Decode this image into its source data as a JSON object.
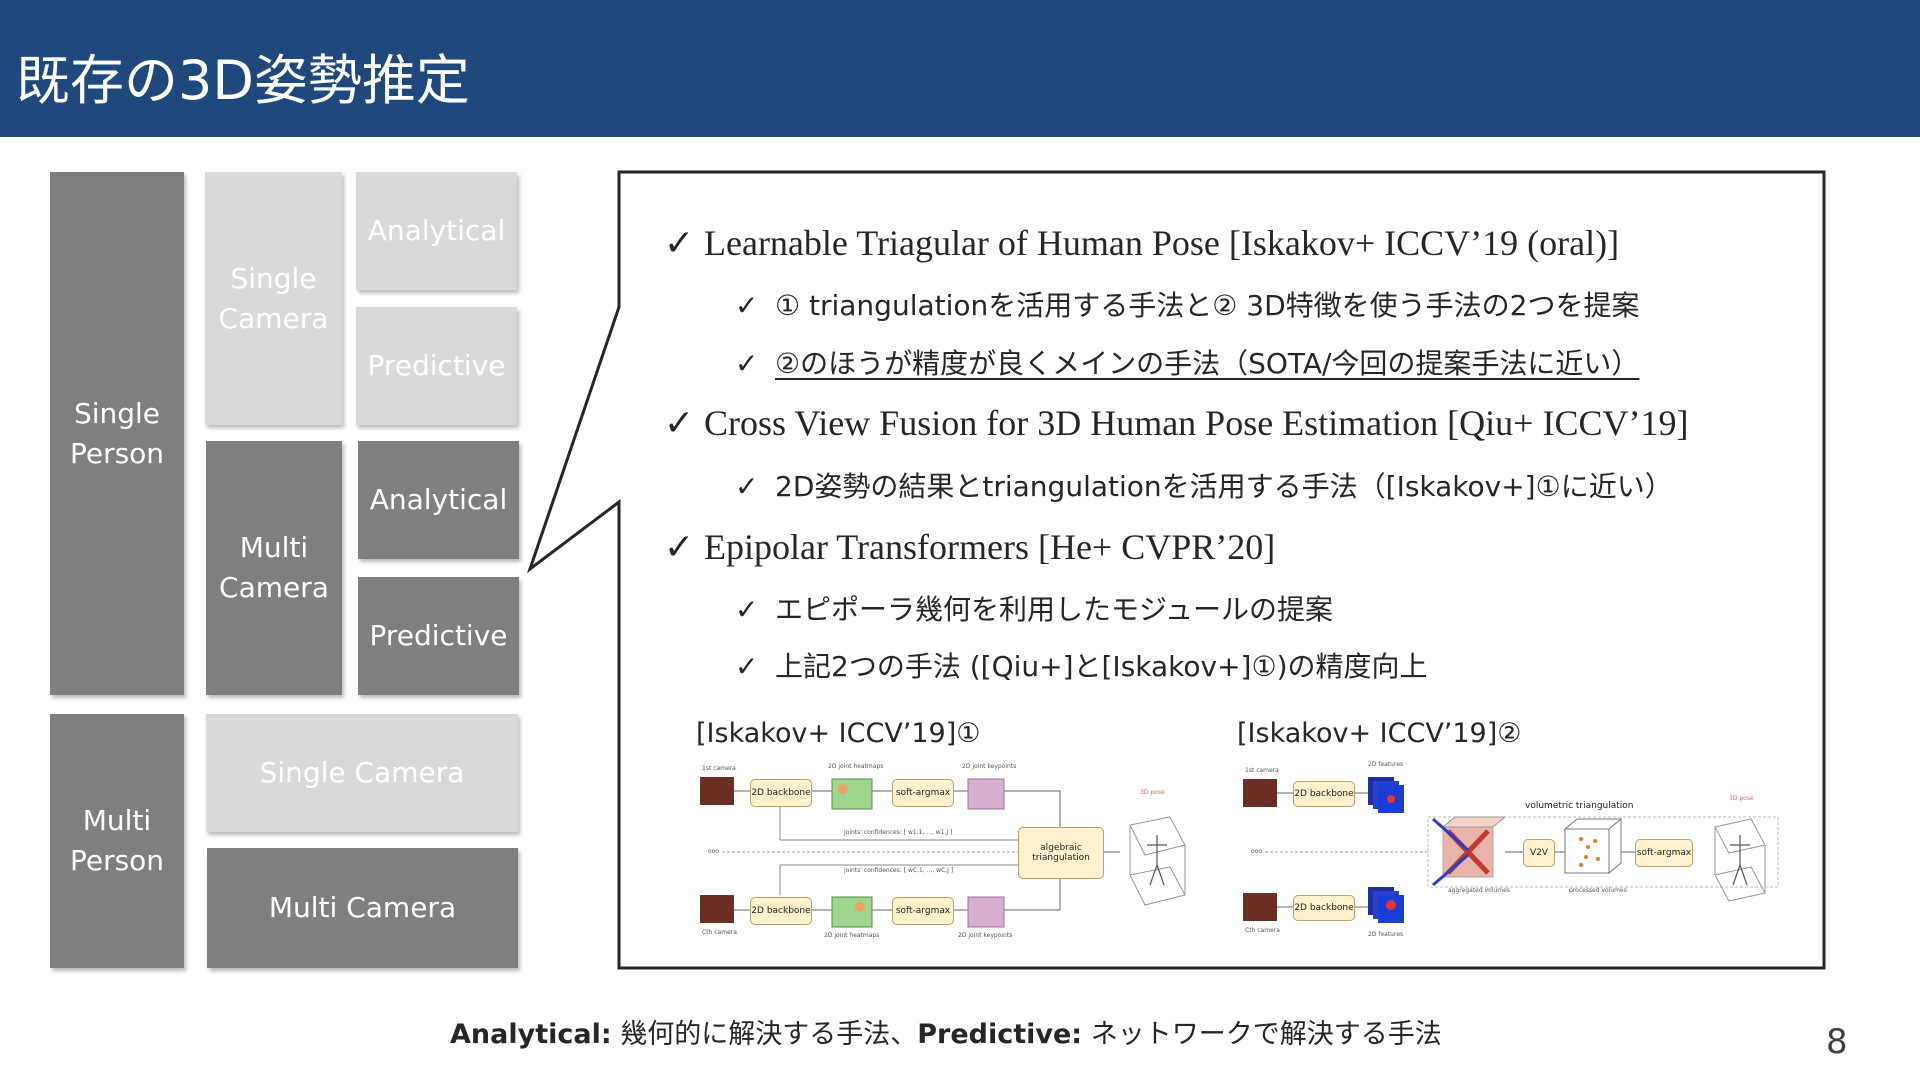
{
  "title": "既存の3D姿勢推定",
  "blocks": {
    "single_person": "Single\nPerson",
    "multi_person": "Multi\nPerson",
    "single_camera": "Single\nCamera",
    "multi_camera": "Multi\nCamera",
    "analytical_1": "Analytical",
    "predictive_1": "Predictive",
    "analytical_2": "Analytical",
    "predictive_2": "Predictive",
    "mp_single_camera": "Single Camera",
    "mp_multi_camera": "Multi Camera"
  },
  "bullets": {
    "b1": "Learnable Triagular of Human Pose [Iskakov+ ICCV’19 (oral)]",
    "b1_1": "① triangulationを活用する手法と② 3D特徴を使う手法の2つを提案",
    "b1_2": "②のほうが精度が良くメインの手法（SOTA/今回の提案手法に近い）",
    "b2": "Cross View Fusion for 3D Human Pose Estimation [Qiu+ ICCV’19]",
    "b2_1": "2D姿勢の結果とtriangulationを活用する手法（[Iskakov+]①に近い）",
    "b3": "Epipolar Transformers [He+ CVPR’20]",
    "b3_1": " エピポーラ幾何を利用したモジュールの提案",
    "b3_2": "上記2つの手法 ([Qiu+]と[Iskakov+]①)の精度向上",
    "check": "✓"
  },
  "figures": {
    "fig1_caption": "[Iskakov+ ICCV’19]①",
    "fig2_caption": "[Iskakov+ ICCV’19]②",
    "fig1": {
      "backbone": "2D backbone",
      "softargmax": "soft-argmax",
      "algebraic": "algebraic\ntriangulation",
      "first_camera": "1st camera",
      "cth_camera": "Cth camera",
      "heatmaps_top": "2D joint heatmaps",
      "keypoints_top": "2D joint keypoints",
      "heatmaps_bottom": "2D joint heatmaps",
      "keypoints_bottom": "2D joint keypoints",
      "confidences_top": "joints' confidences: [ w1,1, ..., w1,J ]",
      "confidences_bottom": "joints' confidences: [ wC,1, ..., wC,J ]",
      "pose_label": "3D pose",
      "ellipsis": "ooo"
    },
    "fig2": {
      "backbone": "2D backbone",
      "v2v": "V2V",
      "softargmax": "soft-argmax",
      "volumetric": "volumetric triangulation",
      "first_camera": "1st camera",
      "cth_camera": "Cth camera",
      "features_top": "2D features",
      "features_bottom": "2D features",
      "aggregated": "aggregated volumes",
      "processed": "processed volumes",
      "pose_label": "3D pose",
      "ellipsis": "ooo"
    }
  },
  "footer": {
    "analytical_label": "Analytical:",
    "analytical_desc": " 幾何的に解決する手法、",
    "predictive_label": "Predictive:",
    "predictive_desc": " ネットワークで解決する手法"
  },
  "page_number": "8",
  "colors": {
    "header": "#1f497d",
    "dark_block": "#7f7f7f",
    "light_block": "#d9d9d9",
    "text": "#262626",
    "node_fill": "#fdf2cc"
  }
}
